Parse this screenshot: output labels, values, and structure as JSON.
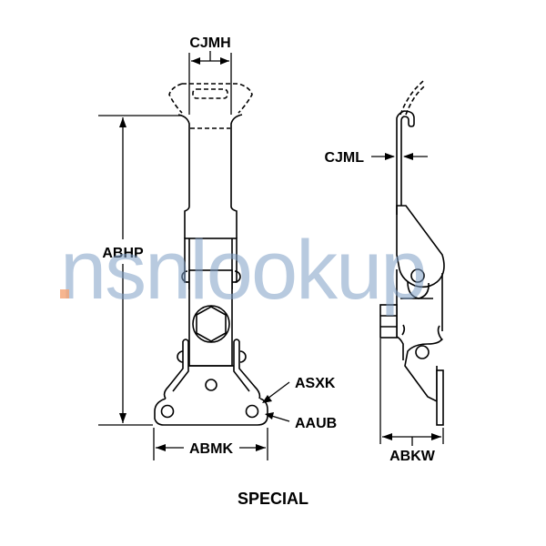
{
  "diagram": {
    "caption": "SPECIAL",
    "dimensions": {
      "top_width": "CJMH",
      "overall_height": "ABHP",
      "hook_thickness": "CJML",
      "hole_feature": "ASXK",
      "corner_feature": "AAUB",
      "base_width": "ABMK",
      "side_depth": "ABKW"
    },
    "views": [
      "front-view",
      "side-view"
    ]
  },
  "watermark": {
    "text": "nsnlookup",
    "color": "#7f9fc6",
    "dot_color": "#f4a373"
  }
}
